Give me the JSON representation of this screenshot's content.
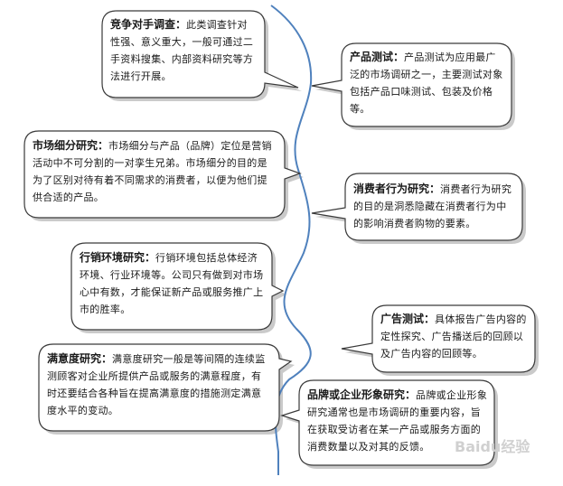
{
  "colors": {
    "border": "#3a3a3a",
    "connector": "#4f81bd",
    "shadow": "#9e9e9e",
    "text": "#1a1a1a"
  },
  "items": [
    {
      "id": "competitor",
      "title": "竞争对手调查：",
      "text": "此类调查针对性强、意义重大，一般可通过二手资料搜集、内部资料研究等方法进行开展。"
    },
    {
      "id": "product",
      "title": "产品测试：",
      "text": "产品测试为应用最广泛的市场调研之一，主要测试对象包括产品口味测试、包装及价格等。"
    },
    {
      "id": "segment",
      "title": "市场细分研究：",
      "text": "市场细分与产品（品牌）定位是营销活动中不可分割的一对孪生兄弟。市场细分的目的是为了区别对待有着不同需求的消费者，以便为他们提供合适的产品。"
    },
    {
      "id": "consumer",
      "title": "消费者行为研究：",
      "text": "消费者行为研究的目的是洞悉隐藏在消费者行为中的影响消费者购物的要素。"
    },
    {
      "id": "marketing-env",
      "title": "行销环境研究：",
      "text": "行销环境包括总体经济环境、行业环境等。公司只有做到对市场心中有数，才能保证新产品或服务推广上市的胜率。"
    },
    {
      "id": "ad-test",
      "title": "广告测试：",
      "text": "具体报告广告内容的定性探究、广告播送后的回顾以及广告内容的回顾等。"
    },
    {
      "id": "satisfaction",
      "title": "满意度研究：",
      "text": "满意度研究一般是等间隔的连续监测顾客对企业所提供产品或服务的满意程度，有时还要结合各种旨在提高满意度的措施测定满意度水平的变动。"
    },
    {
      "id": "brand",
      "title": "品牌或企业形象研究：",
      "text": "品牌或企业形象研究通常也是市场调研的重要内容，旨在获取受访者在某一产品或服务方面的消费数量以及对其的反馈。"
    }
  ],
  "watermark": "Baidu经验"
}
